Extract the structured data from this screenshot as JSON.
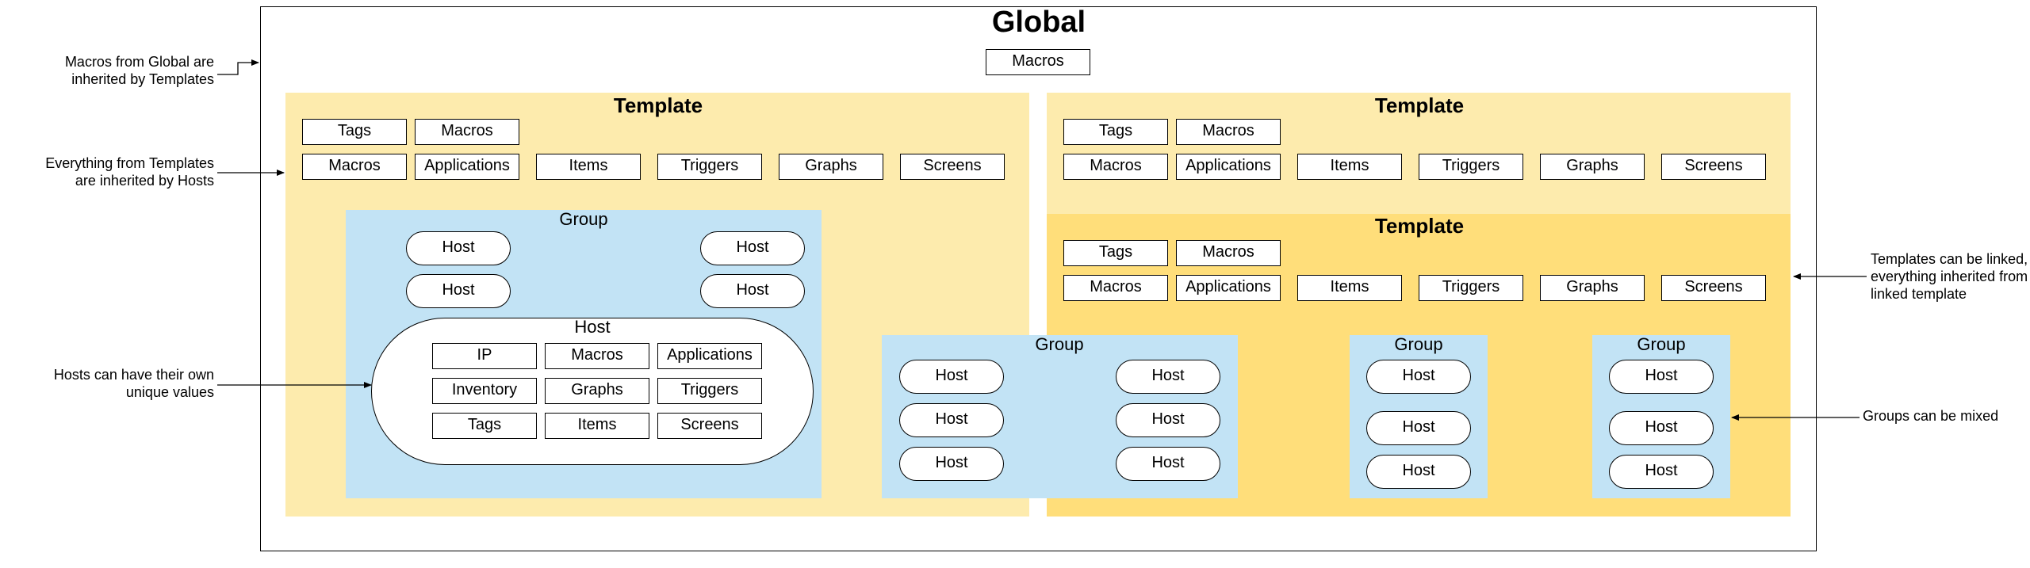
{
  "global": {
    "title": "Global",
    "macros": "Macros"
  },
  "templates": {
    "left": {
      "title": "Template"
    },
    "right_top": {
      "title": "Template"
    },
    "right_linked": {
      "title": "Template"
    }
  },
  "template_items": {
    "tags": "Tags",
    "macros": "Macros",
    "applications": "Applications",
    "items": "Items",
    "triggers": "Triggers",
    "graphs": "Graphs",
    "screens": "Screens"
  },
  "group_title": "Group",
  "host_label": "Host",
  "host_values": {
    "ip": "IP",
    "macros": "Macros",
    "applications": "Applications",
    "inventory": "Inventory",
    "graphs": "Graphs",
    "triggers": "Triggers",
    "tags": "Tags",
    "items": "Items",
    "screens": "Screens"
  },
  "annotations": {
    "global_macros": [
      "Macros from Global are",
      "inherited by Templates"
    ],
    "templates_hosts": [
      "Everything from Templates",
      "are inherited by Hosts"
    ],
    "host_values": [
      "Hosts can have their own",
      "unique values"
    ],
    "linked": [
      "Templates can be linked,",
      "everything inherited from",
      "linked template"
    ],
    "mixed": [
      "Groups can be mixed"
    ]
  }
}
